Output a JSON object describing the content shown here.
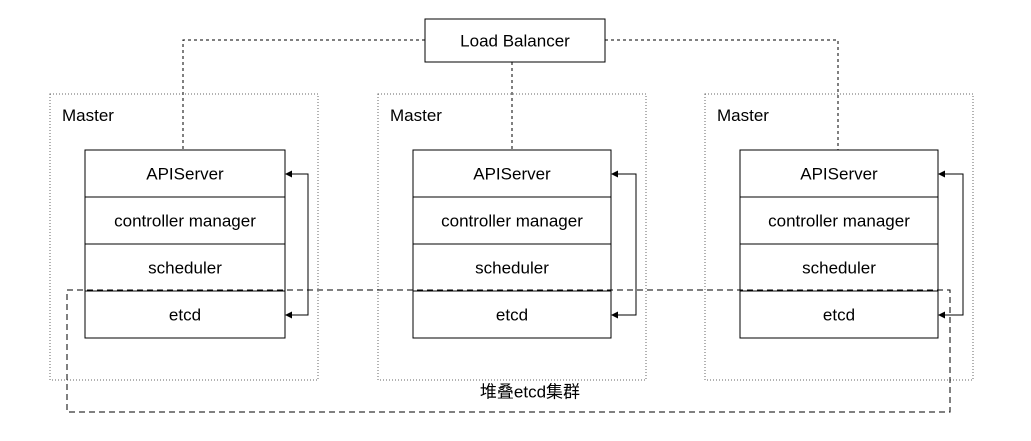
{
  "load_balancer": {
    "label": "Load Balancer"
  },
  "masters": [
    {
      "label": "Master",
      "components": [
        "APIServer",
        "controller manager",
        "scheduler",
        "etcd"
      ]
    },
    {
      "label": "Master",
      "components": [
        "APIServer",
        "controller manager",
        "scheduler",
        "etcd"
      ]
    },
    {
      "label": "Master",
      "components": [
        "APIServer",
        "controller manager",
        "scheduler",
        "etcd"
      ]
    }
  ],
  "etcd_cluster": {
    "label": "堆叠etcd集群"
  },
  "colors": {
    "line": "#000000",
    "master_frame": "#666666",
    "background": "#ffffff"
  }
}
